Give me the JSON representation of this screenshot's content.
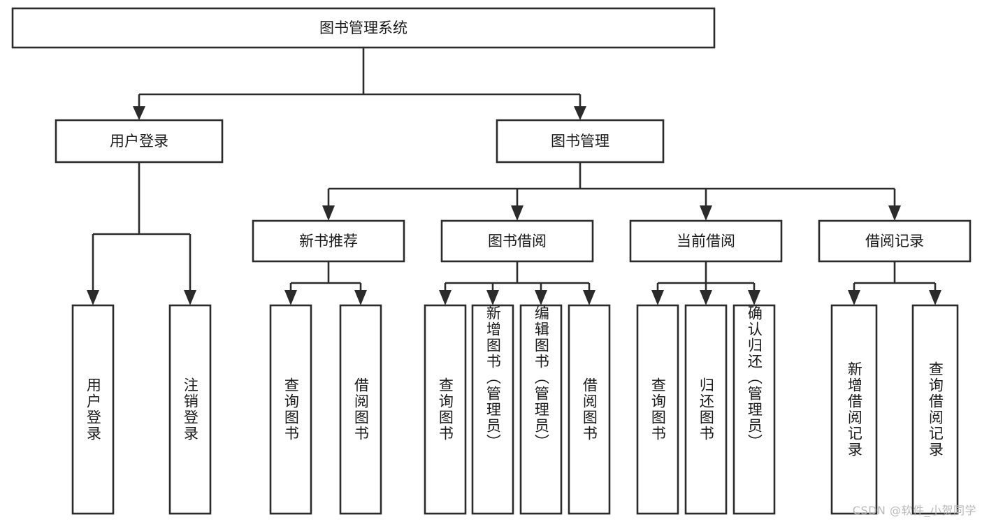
{
  "diagram": {
    "type": "tree",
    "title": "图书管理系统",
    "root": {
      "label": "图书管理系统"
    },
    "level2": [
      {
        "label": "用户登录"
      },
      {
        "label": "图书管理"
      }
    ],
    "level3": [
      {
        "label": "新书推荐"
      },
      {
        "label": "图书借阅"
      },
      {
        "label": "当前借阅"
      },
      {
        "label": "借阅记录"
      }
    ],
    "leaves": {
      "user_login": [
        "用户登录",
        "注销登录"
      ],
      "new_book": [
        "查询图书",
        "借阅图书"
      ],
      "book_borrow": [
        "查询图书",
        "新增图书（管理员）",
        "编辑图书（管理员）",
        "借阅图书"
      ],
      "current_borrow": [
        "查询图书",
        "归还图书",
        "确认归还（管理员）"
      ],
      "borrow_record": [
        "新增借阅记录",
        "查询借阅记录"
      ]
    }
  },
  "colors": {
    "stroke": "#2b2b2b",
    "fill": "#ffffff",
    "text": "#1a1a1a",
    "watermark": "#b9b9b9"
  },
  "watermark": {
    "text": "CSDN @软件_小贺同学"
  }
}
